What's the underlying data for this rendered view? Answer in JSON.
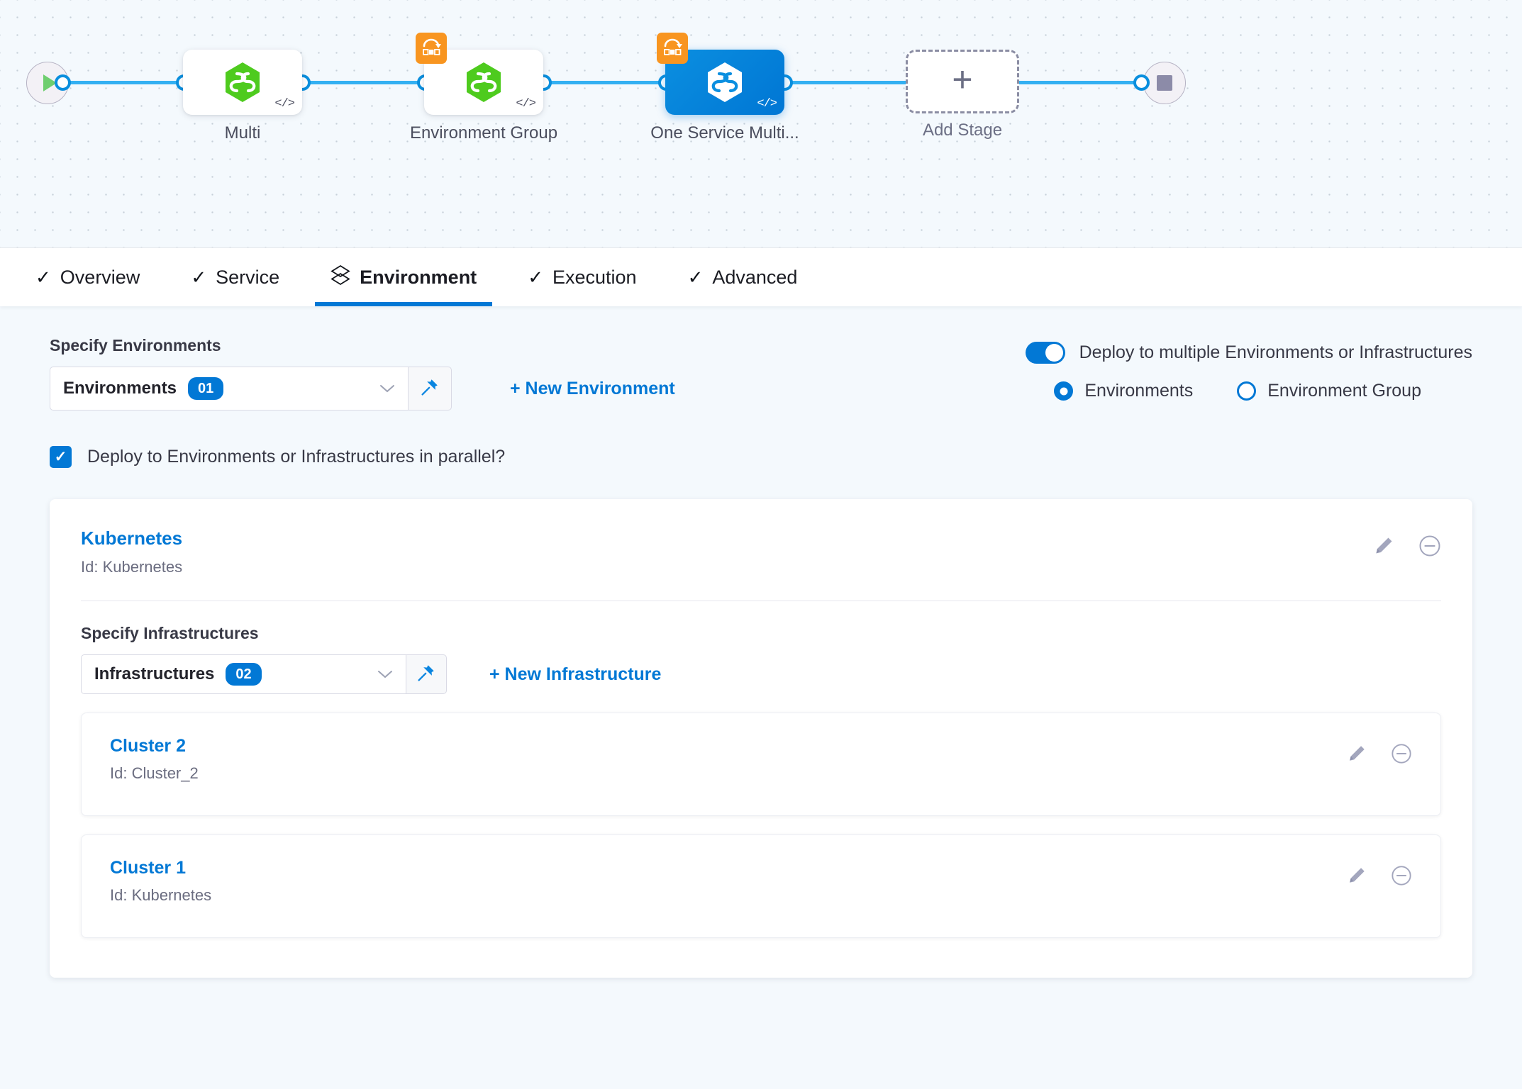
{
  "pipeline": {
    "start_icon": "play-icon",
    "end_icon": "stop-icon",
    "stages": [
      {
        "label": "Multi",
        "icon": "harness-hexagon-icon",
        "badge": null,
        "selected": false,
        "code_tag": "</>"
      },
      {
        "label": "Environment Group",
        "icon": "harness-hexagon-icon",
        "badge": "multi-deploy-badge-icon",
        "selected": false,
        "code_tag": "</>"
      },
      {
        "label": "One Service Multi...",
        "icon": "harness-hexagon-icon",
        "badge": "multi-deploy-badge-icon",
        "selected": true,
        "code_tag": "</>"
      }
    ],
    "add_stage": {
      "label": "Add Stage",
      "plus": "+"
    }
  },
  "tabs": [
    {
      "label": "Overview",
      "icon": "check-icon",
      "active": false
    },
    {
      "label": "Service",
      "icon": "check-icon",
      "active": false
    },
    {
      "label": "Environment",
      "icon": "layers-icon",
      "active": true
    },
    {
      "label": "Execution",
      "icon": "check-icon",
      "active": false
    },
    {
      "label": "Advanced",
      "icon": "check-icon",
      "active": false
    }
  ],
  "environments": {
    "section_label": "Specify Environments",
    "select_text": "Environments",
    "select_count": "01",
    "new_link": "+ New Environment",
    "pin_icon": "pin-icon",
    "chevron_icon": "chevron-down-icon"
  },
  "deploy_options": {
    "toggle_label": "Deploy to multiple Environments or Infrastructures",
    "toggle_on": true,
    "radios": [
      {
        "label": "Environments",
        "checked": true
      },
      {
        "label": "Environment Group",
        "checked": false
      }
    ]
  },
  "parallel": {
    "label": "Deploy to Environments or Infrastructures in parallel?",
    "checked": true,
    "check_glyph": "✓"
  },
  "environment_entry": {
    "name": "Kubernetes",
    "id_text": "Id: Kubernetes",
    "edit_icon": "pencil-icon",
    "remove_icon": "minus-circle-icon"
  },
  "infrastructures": {
    "section_label": "Specify Infrastructures",
    "select_text": "Infrastructures",
    "select_count": "02",
    "new_link": "+ New Infrastructure",
    "pin_icon": "pin-icon",
    "chevron_icon": "chevron-down-icon",
    "items": [
      {
        "name": "Cluster 2",
        "id_text": "Id: Cluster_2",
        "edit_icon": "pencil-icon",
        "remove_icon": "minus-circle-icon"
      },
      {
        "name": "Cluster 1",
        "id_text": "Id: Kubernetes",
        "edit_icon": "pencil-icon",
        "remove_icon": "minus-circle-icon"
      }
    ]
  },
  "colors": {
    "accent": "#0278d5",
    "rail": "#33b0f2",
    "badge_orange": "#f89520",
    "stage_green": "#4ecb1e",
    "page_bg": "#f4f9fd"
  }
}
